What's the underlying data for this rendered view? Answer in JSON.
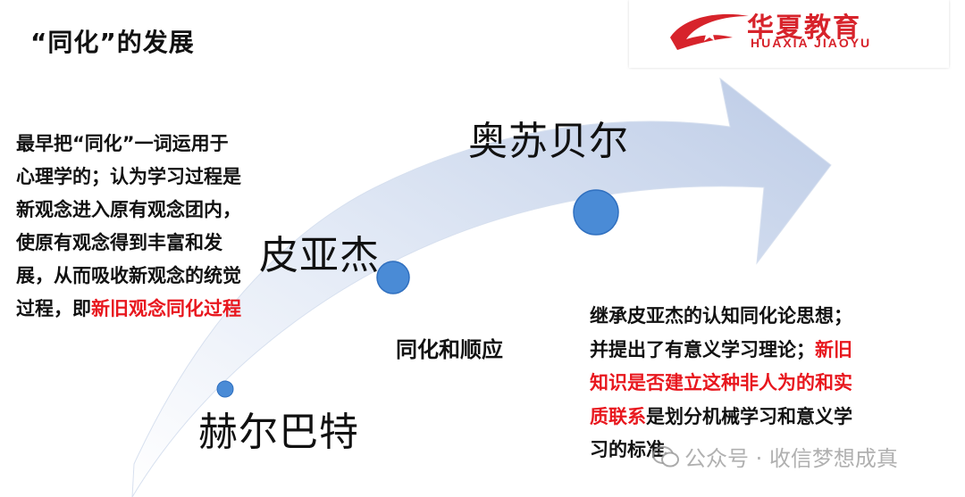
{
  "title": "“同化”的发展",
  "logo": {
    "cn": "华夏教育",
    "en": "HUAXIA JIAOYU"
  },
  "names": {
    "herbart": "赫尔巴特",
    "piaget": "皮亚杰",
    "ausubel": "奥苏贝尔"
  },
  "middle_label": "同化和顺应",
  "left_desc": {
    "normal": "最早把“同化”一词运用于心理学的；认为学习过程是新观念进入原有观念团内，使原有观念得到丰富和发展，从而吸收新观念的统觉过程，即",
    "highlight": "新旧观念同化过程"
  },
  "right_desc": {
    "part1": "继承皮亚杰的认知同化论思想；并提出了有意义学习理论；",
    "highlight": "新旧知识是否建立这种非人为的和实质联系",
    "part2": "是划分机械学习和意义学习的标准"
  },
  "watermark": "公众号 · 收信梦想成真",
  "colors": {
    "arrow_light": "#f1f5fb",
    "arrow_dark": "#c5d3ea",
    "dot_fill": "#4a8bd6",
    "dot_stroke": "#2f6fbf",
    "highlight_red": "#e8171e",
    "logo_red": "#d7232b"
  }
}
